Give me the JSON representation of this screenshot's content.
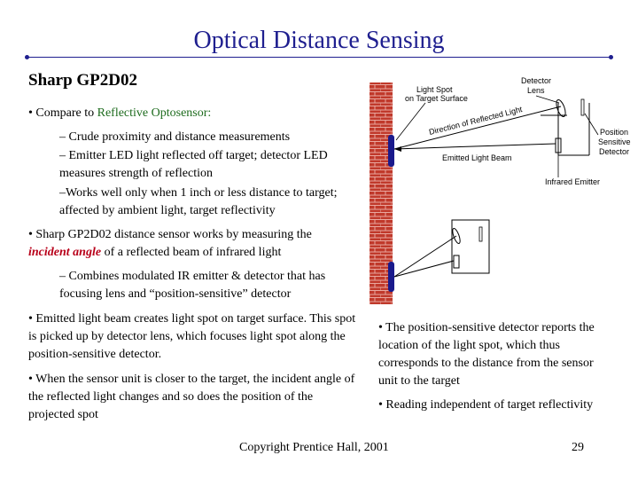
{
  "slide": {
    "title": "Optical Distance Sensing",
    "subtitle": "Sharp GP2D02",
    "footer": "Copyright Prentice Hall, 2001",
    "page_number": "29"
  },
  "left": {
    "bullet1": {
      "prefix": "• Compare to ",
      "highlight": "Reflective Optosensor:"
    },
    "sub1": "– Crude proximity and distance measurements",
    "sub2": "– Emitter LED light reflected off target; detector LED measures strength of reflection",
    "sub3": "–Works well only when 1 inch or less distance to target; affected by ambient light, target reflectivity",
    "bullet2": {
      "prefix": "• Sharp GP2D02 distance sensor works by measuring the ",
      "highlight": "incident angle",
      "suffix": " of a reflected beam of infrared light"
    },
    "sub4": "– Combines modulated IR emitter & detector that has focusing lens and “position-sensitive” detector",
    "bullet3": "•  Emitted light beam creates light spot on target surface. This spot is picked up by detector lens, which focuses light spot along the position-sensitive detector.",
    "bullet4": "• When the sensor unit is closer to the target, the incident angle of the reflected light changes and so does the position of the projected spot"
  },
  "right": {
    "bullet1": "• The position-sensitive detector reports the location of the light spot, which thus corresponds to the distance from the sensor unit to the target",
    "bullet2": "• Reading independent of target reflectivity"
  },
  "diagram": {
    "light_spot_label": "Light Spot on Target Surface",
    "light_spot_line1": "Light Spot",
    "light_spot_line2": "on Target Surface",
    "detector_lens_line1": "Detector",
    "detector_lens_line2": "Lens",
    "reflected_light_label": "Direction of Reflected Light",
    "position_sensitive_line1": "Position",
    "position_sensitive_line2": "Sensitive",
    "position_sensitive_line3": "Detector",
    "emitted_beam_label": "Emitted Light Beam",
    "infrared_emitter_label": "Infrared Emitter",
    "colors": {
      "title": "#1f1f8f",
      "brick": "#c0392b",
      "spot": "#1a1a8c",
      "emphasis": "#b8001a",
      "green": "#1d6b1d"
    }
  }
}
